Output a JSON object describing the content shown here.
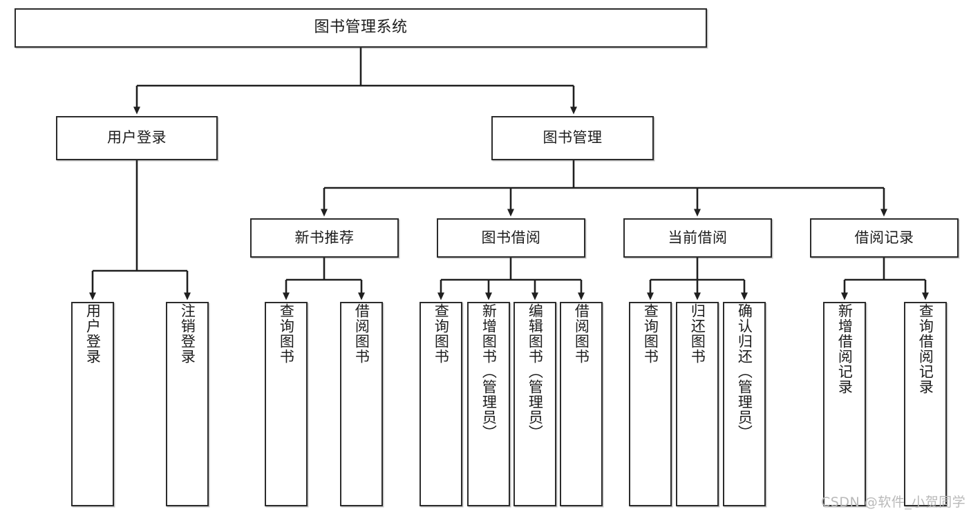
{
  "diagram": {
    "title": "图书管理系统",
    "type": "tree-hierarchy-chart",
    "watermark": "CSDN @软件_小贺同学",
    "colors": {
      "box_border": "#2b2b2b",
      "box_fill": "#ffffff",
      "edge": "#1f1f1f",
      "text": "#1c1c1c",
      "watermark": "#b9b9b9"
    },
    "root": {
      "label": "图书管理系统"
    },
    "level2": [
      {
        "label": "用户登录"
      },
      {
        "label": "图书管理"
      }
    ],
    "level3": [
      {
        "label": "新书推荐"
      },
      {
        "label": "图书借阅"
      },
      {
        "label": "当前借阅"
      },
      {
        "label": "借阅记录"
      }
    ],
    "leaves": {
      "user_login": [
        {
          "label": "用户登录"
        },
        {
          "label": "注销登录"
        }
      ],
      "new_book_recommend": [
        {
          "label": "查询图书"
        },
        {
          "label": "借阅图书"
        }
      ],
      "book_borrow": [
        {
          "label": "查询图书"
        },
        {
          "label": "新增图书（管理员）"
        },
        {
          "label": "编辑图书（管理员）"
        },
        {
          "label": "借阅图书"
        }
      ],
      "current_borrow": [
        {
          "label": "查询图书"
        },
        {
          "label": "归还图书"
        },
        {
          "label": "确认归还（管理员）"
        }
      ],
      "borrow_record": [
        {
          "label": "新增借阅记录"
        },
        {
          "label": "查询借阅记录"
        }
      ]
    }
  }
}
